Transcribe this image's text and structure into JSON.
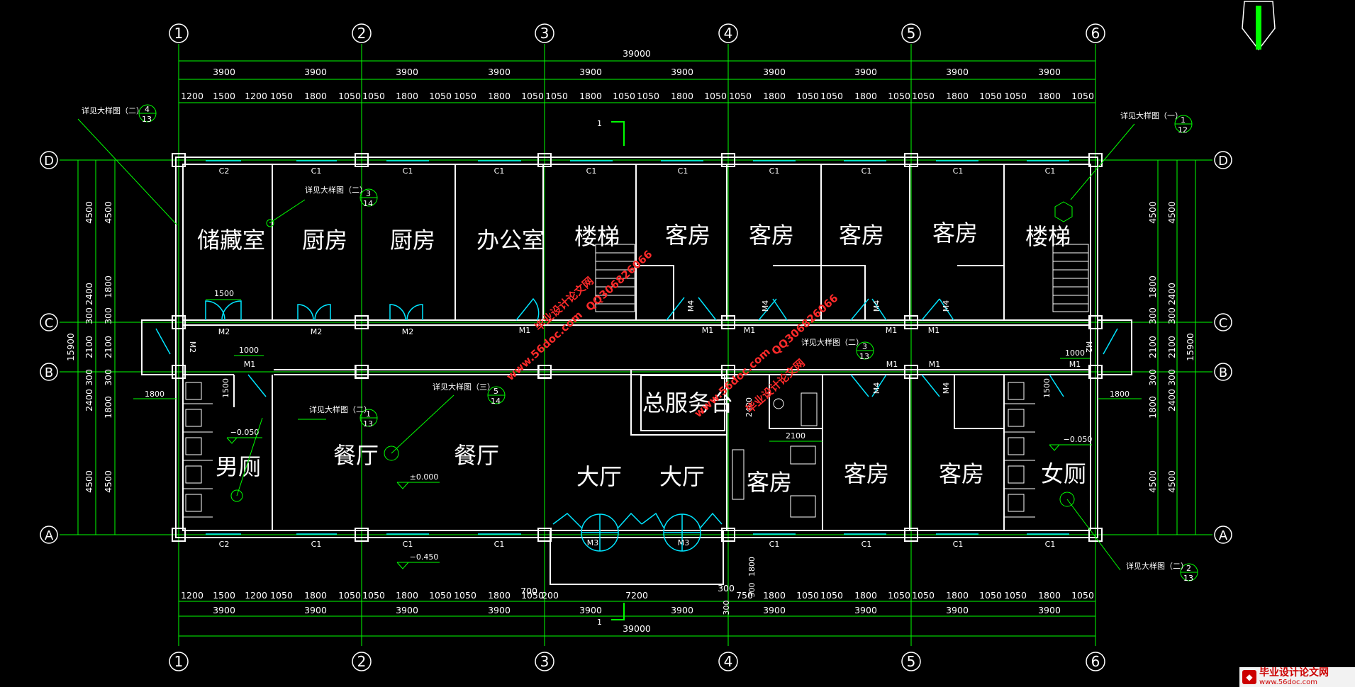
{
  "drawing": {
    "axes_x": [
      "1",
      "2",
      "3",
      "4",
      "5",
      "6"
    ],
    "axes_y": [
      "D",
      "C",
      "B",
      "A"
    ],
    "overall_dim": "39000",
    "overall_dim_y": "15900",
    "bay_dims": [
      "3900",
      "3900",
      "3900",
      "3900",
      "3900",
      "3900",
      "3900",
      "3900",
      "3900",
      "3900"
    ],
    "sub_dims_top": [
      "1200",
      "1500",
      "1200",
      "1050",
      "1800",
      "1050",
      "1050",
      "1800",
      "1050",
      "1050",
      "1800",
      "1050",
      "1050",
      "1800",
      "1050",
      "1050",
      "1800",
      "1050",
      "1050",
      "1800",
      "1050",
      "1050",
      "1800",
      "1050",
      "1050",
      "1800",
      "1050",
      "1050",
      "1800",
      "1050"
    ],
    "sub_dims_bottom": [
      "1200",
      "1500",
      "1200",
      "1050",
      "1800",
      "1050",
      "1050",
      "1800",
      "1050",
      "1050",
      "1800",
      "1050",
      "7200",
      "1800",
      "1050",
      "1050",
      "1800",
      "1050",
      "1050",
      "1800",
      "1050",
      "1050",
      "1800",
      "1050"
    ],
    "left_dims_outer": [
      "4500",
      "2400",
      "300",
      "2100",
      "300",
      "2400",
      "4500"
    ],
    "left_dims_inner": [
      "4500",
      "1800",
      "300",
      "2100",
      "300",
      "1800",
      "4500"
    ],
    "right_dims_outer": [
      "4500",
      "2400",
      "300",
      "2100",
      "300",
      "2400",
      "4500"
    ],
    "right_dims_inner": [
      "4500",
      "1800",
      "300",
      "2100",
      "300",
      "1800",
      "4500"
    ],
    "rooms": {
      "storage": "储藏室",
      "kitchen_1": "厨房",
      "kitchen_2": "厨房",
      "office": "办公室",
      "stair_left": "楼梯",
      "guest_1": "客房",
      "guest_2": "客房",
      "guest_3": "客房",
      "guest_4": "客房",
      "stair_right": "楼梯",
      "service_desk": "总服务台",
      "men_wc": "男厕",
      "dining_1": "餐厅",
      "dining_2": "餐厅",
      "lobby_1": "大厅",
      "lobby_2": "大厅",
      "guest_5": "客房",
      "guest_6": "客房",
      "guest_7": "客房",
      "women_wc": "女厕"
    },
    "window_tags": {
      "c2_top": "C2",
      "c1": "C1",
      "c2_bottom": "C2"
    },
    "door_tags": {
      "m1": "M1",
      "m2": "M2",
      "m4": "M4",
      "m3": "M3"
    },
    "levels": {
      "dining": "±0.000",
      "men_wc": "−0.050",
      "women_wc": "−0.050",
      "outdoor": "−0.450"
    },
    "detail_callouts": {
      "label_2": "详见大样图（二）",
      "label_1": "详见大样图（一）",
      "label_3": "详见大样图（三）"
    },
    "callout_numbers": {
      "c_4_13": [
        "4",
        "13"
      ],
      "c_3_14": [
        "3",
        "14"
      ],
      "c_1_12": [
        "1",
        "12"
      ],
      "c_1_13": [
        "1",
        "13"
      ],
      "c_5_14": [
        "5",
        "14"
      ],
      "c_3_13": [
        "3",
        "13"
      ],
      "c_2_13": [
        "2",
        "13"
      ]
    },
    "misc_dims": {
      "d1500": "1500",
      "d1000_l": "1000",
      "d1000_r": "1000",
      "d1800_l": "1800",
      "d1800_r": "1800",
      "d1500_wc_l": "1500",
      "d1500_wc_r": "1500",
      "d2100": "2100",
      "d700": "700",
      "d200": "200",
      "d300": "300",
      "d300b": "300",
      "d750": "750",
      "d1800_bot": "1800",
      "d2400_b": "2400",
      "d300_b": "300"
    },
    "section_mark": "1",
    "watermark_text": "毕业设计论文网",
    "watermark_url": "www.56doc.com",
    "watermark_qq": "QQ306826066"
  },
  "logo": {
    "title": "毕业设计论文网",
    "url": "www.56doc.com"
  },
  "colors": {
    "background": "#000000",
    "grid": "#00ff00",
    "wall": "#ffffff",
    "window": "#00e5ff",
    "watermark": "#ff2a2a",
    "north": "#00ff00"
  }
}
